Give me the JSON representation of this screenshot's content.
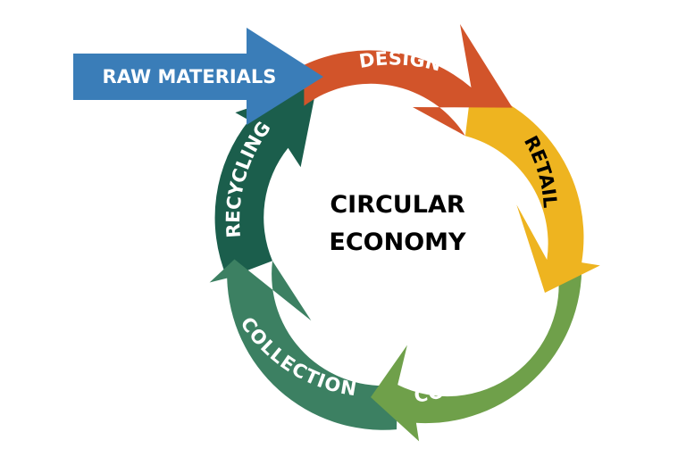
{
  "diagram": {
    "center_title": {
      "line1": "CIRCULAR",
      "line2": "ECONOMY"
    },
    "input_arrow": {
      "label": "RAW MATERIALS",
      "color": "#3A7DB8"
    },
    "segments": [
      {
        "id": "design",
        "label": "DESIGN",
        "color": "#D2542A",
        "text_color": "#ffffff"
      },
      {
        "id": "retail",
        "label": "RETAIL",
        "color": "#EEB420",
        "text_color": "#000000"
      },
      {
        "id": "consumption",
        "label": "CONSUMPTION",
        "color": "#6FA04A",
        "text_color": "#ffffff"
      },
      {
        "id": "collection",
        "label": "COLLECTION",
        "color": "#3C8062",
        "text_color": "#ffffff"
      },
      {
        "id": "recycling",
        "label": "RECYCLING",
        "color": "#1B5E4C",
        "text_color": "#ffffff"
      }
    ]
  }
}
